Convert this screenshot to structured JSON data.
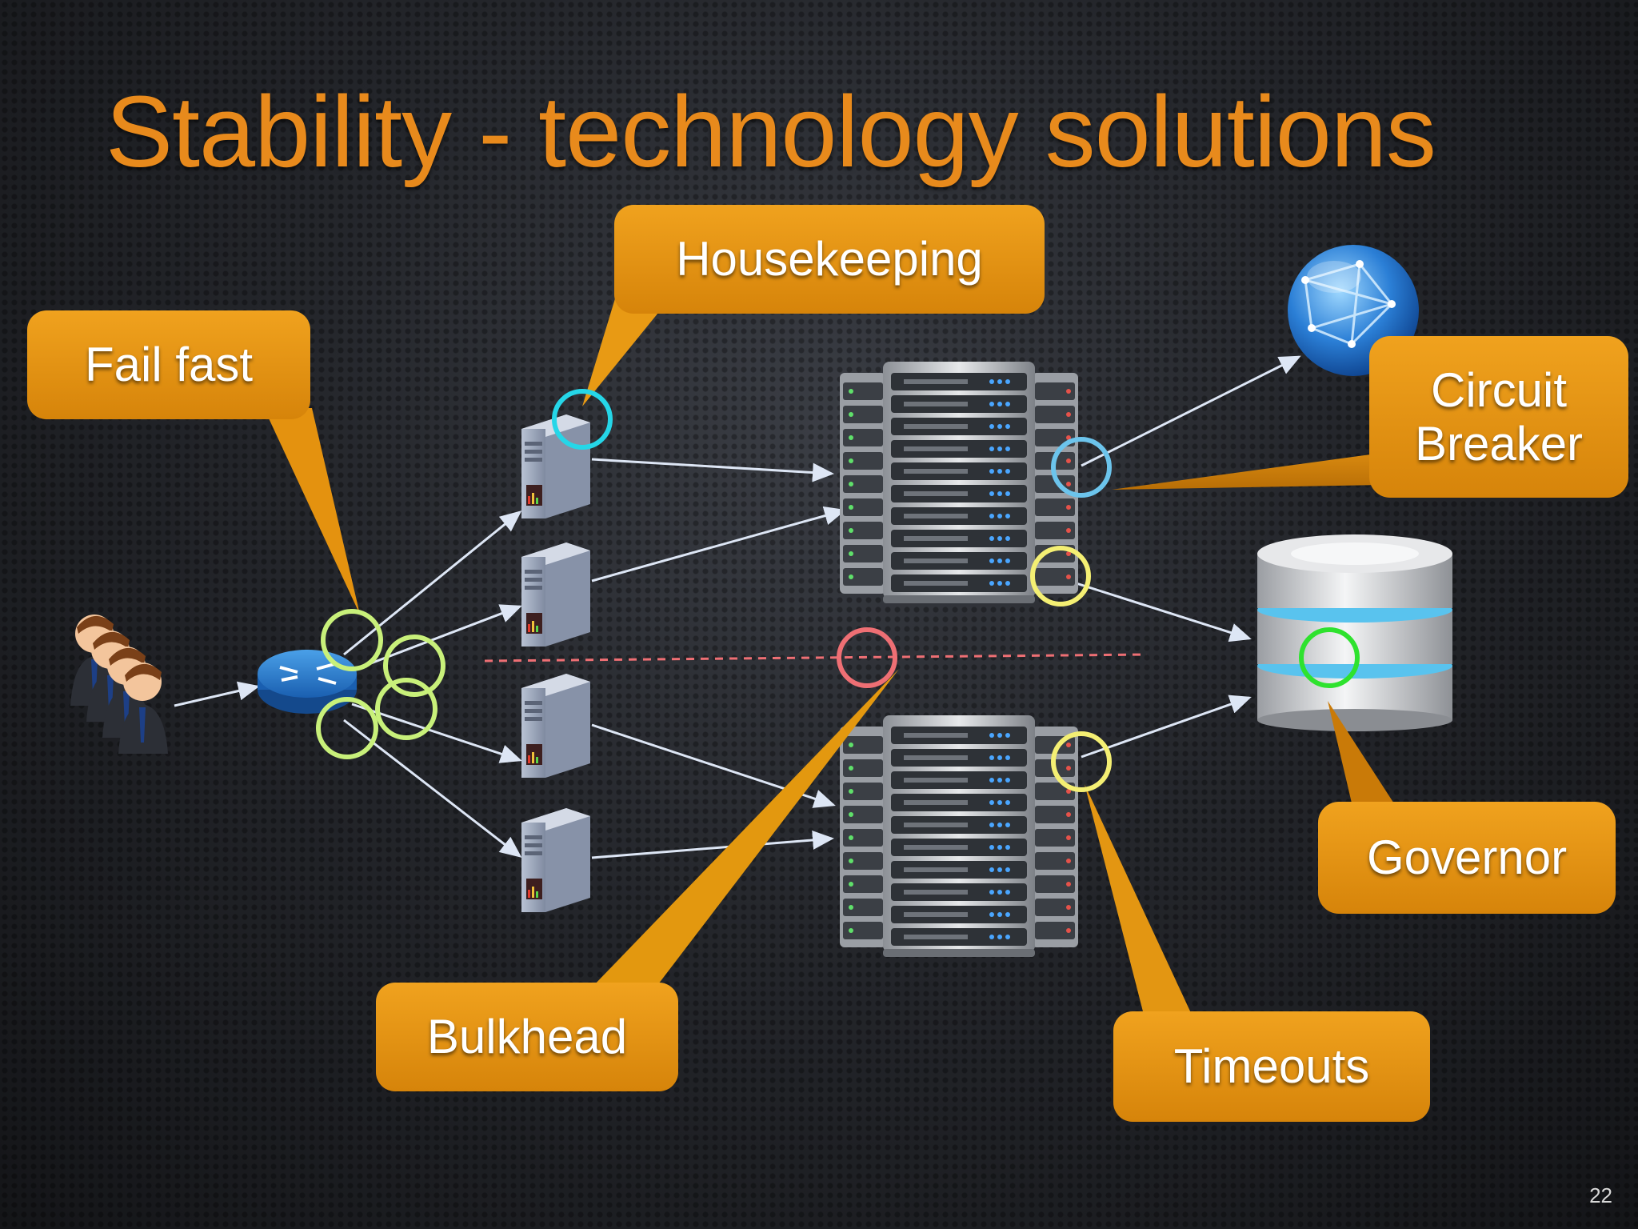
{
  "title": "Stability - technology solutions",
  "page_number": "22",
  "labels": {
    "housekeeping": "Housekeeping",
    "fail_fast": "Fail fast",
    "circuit_breaker_line1": "Circuit",
    "circuit_breaker_line2": "Breaker",
    "governor": "Governor",
    "bulkhead": "Bulkhead",
    "timeouts": "Timeouts"
  },
  "colors": {
    "title": "#e88a1c",
    "callout": "#e8960f",
    "callout_dark": "#c97a08",
    "marker_fail_fast": "#c8f07a",
    "marker_housekeeping": "#25d6e8",
    "marker_circuit_breaker": "#6cc4ec",
    "marker_timeouts": "#f4ef73",
    "marker_governor": "#2ee22e",
    "marker_bulkhead": "#ee6f74",
    "bulkhead_line": "#ee6f74",
    "arrows": "#dde6f5"
  },
  "icons": [
    "users-icon",
    "router-icon",
    "server-icon",
    "server-rack-icon",
    "globe-icon",
    "database-icon"
  ]
}
